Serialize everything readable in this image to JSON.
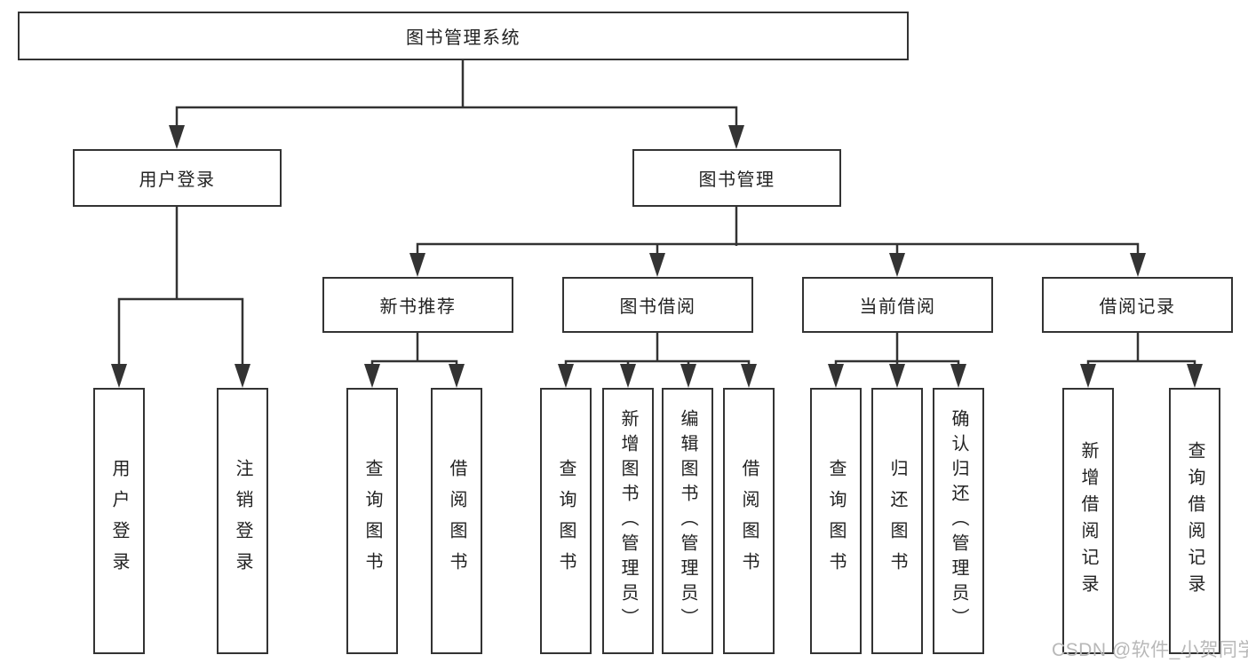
{
  "diagram": {
    "type": "hierarchy-tree",
    "root": {
      "label": "图书管理系统",
      "children": [
        {
          "label": "用户登录",
          "children": [
            {
              "label": "用户登录"
            },
            {
              "label": "注销登录"
            }
          ]
        },
        {
          "label": "图书管理",
          "children": [
            {
              "label": "新书推荐",
              "children": [
                {
                  "label": "查询图书"
                },
                {
                  "label": "借阅图书"
                }
              ]
            },
            {
              "label": "图书借阅",
              "children": [
                {
                  "label": "查询图书"
                },
                {
                  "label": "新增图书（管理员）"
                },
                {
                  "label": "编辑图书（管理员）"
                },
                {
                  "label": "借阅图书"
                }
              ]
            },
            {
              "label": "当前借阅",
              "children": [
                {
                  "label": "查询图书"
                },
                {
                  "label": "归还图书"
                },
                {
                  "label": "确认归还（管理员）"
                }
              ]
            },
            {
              "label": "借阅记录",
              "children": [
                {
                  "label": "新增借阅记录"
                },
                {
                  "label": "查询借阅记录"
                }
              ]
            }
          ]
        }
      ]
    }
  },
  "colors": {
    "background": "#ffffff",
    "line": "#333333",
    "box_border": "#333333",
    "box_fill": "#ffffff",
    "text": "#222222",
    "watermark": "#b8b8b8"
  },
  "watermark": {
    "text": "CSDN @软件_小贺同学"
  }
}
